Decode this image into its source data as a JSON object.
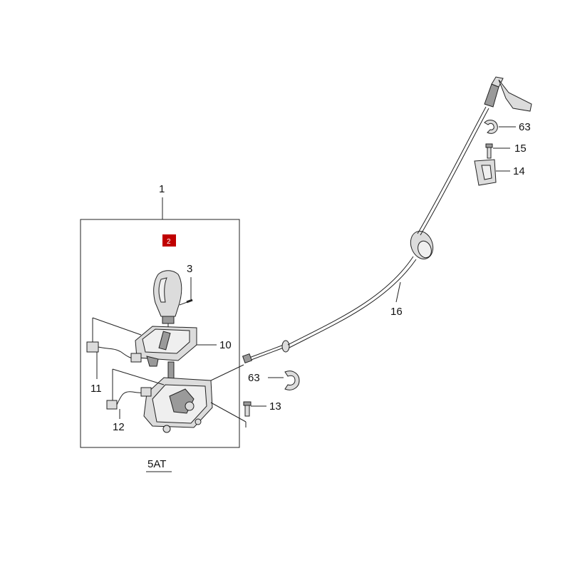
{
  "diagram": {
    "callouts": {
      "p1": "1",
      "p2": "2",
      "p3": "3",
      "p10": "10",
      "p11": "11",
      "p12": "12",
      "p13": "13",
      "p14": "14",
      "p15": "15",
      "p16": "16",
      "p63_lower": "63",
      "p63_upper": "63"
    },
    "variant_label": "5AT",
    "highlight_color": "#c00000"
  }
}
